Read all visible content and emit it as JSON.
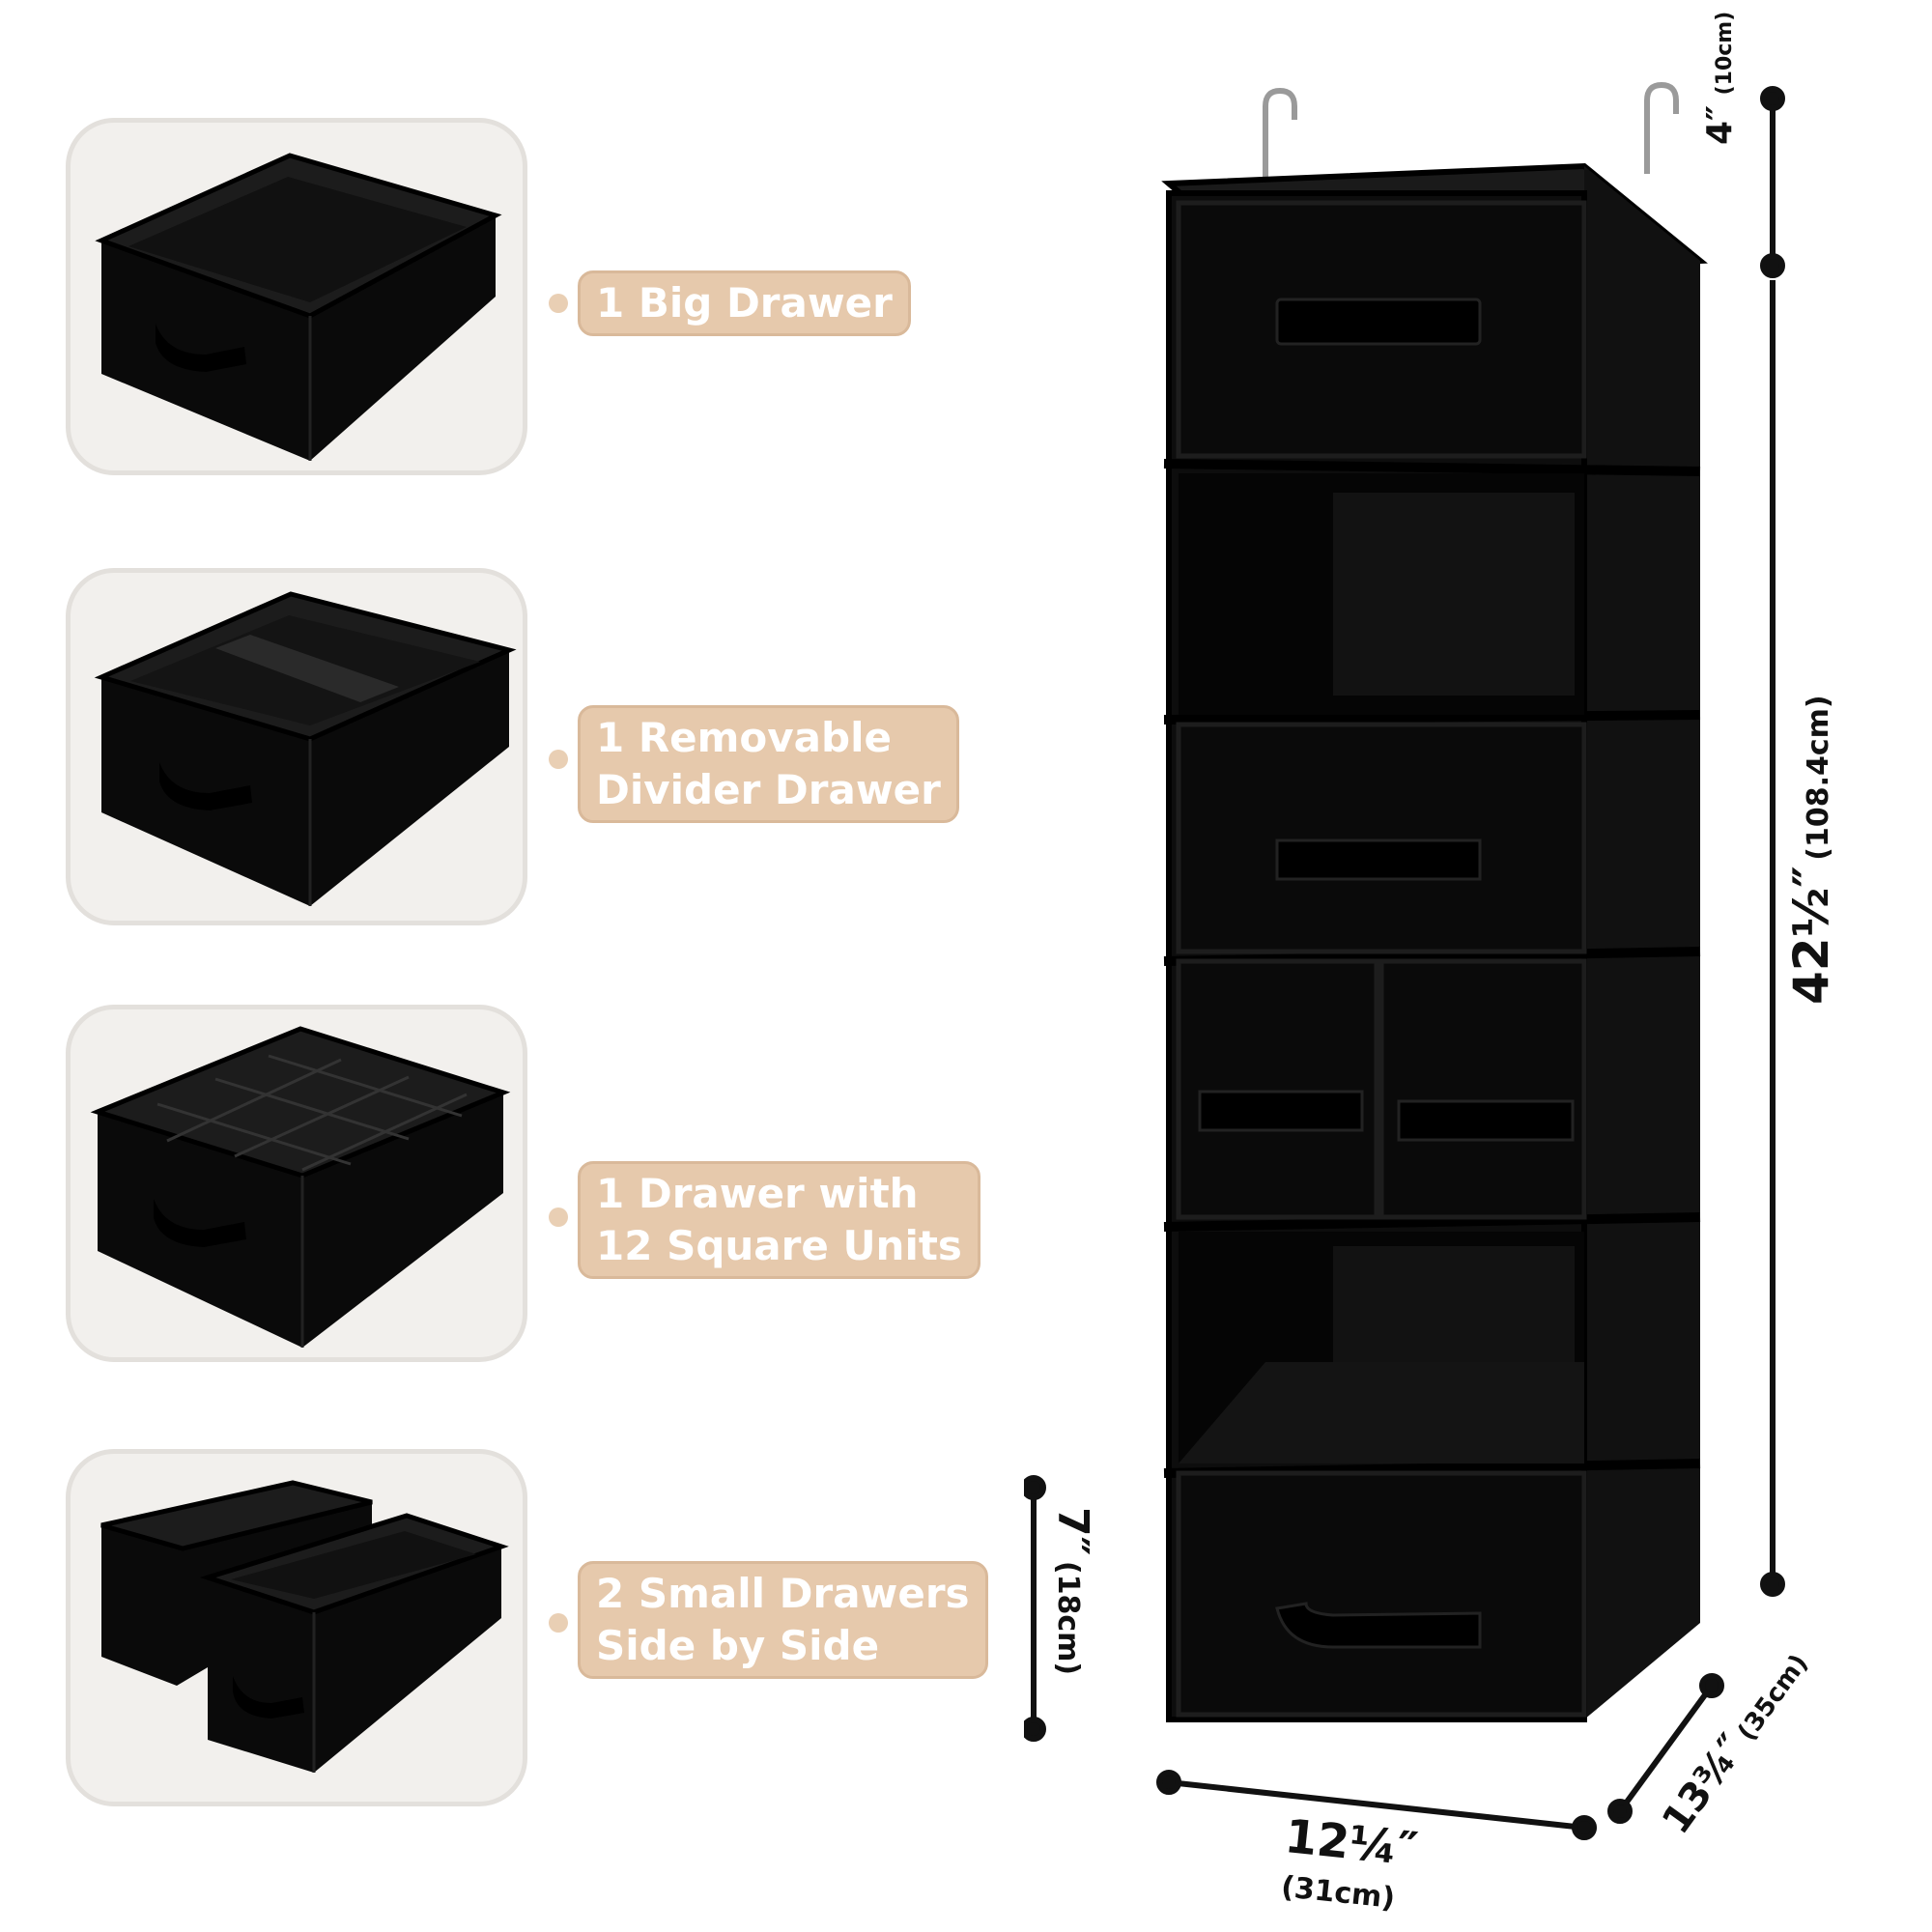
{
  "features": [
    {
      "line1": "1 Big Drawer",
      "line2": ""
    },
    {
      "line1": "1 Removable",
      "line2": "Divider Drawer"
    },
    {
      "line1": "1 Drawer with",
      "line2": "12 Square Units"
    },
    {
      "line1": "2 Small Drawers",
      "line2": "Side by Side"
    }
  ],
  "dimensions": {
    "hook_height": "4″",
    "hook_height_cm": "(10cm)",
    "total_height": "42½″",
    "total_height_cm": "(108.4cm)",
    "width": "12¼″",
    "width_cm": "(31cm)",
    "depth": "13¾″",
    "depth_cm": "(35cm)",
    "drawer_height": "7″",
    "drawer_height_cm": "(18cm)"
  },
  "colors": {
    "organizer": "#0d0d0d",
    "label_bg": "#e6c9ac",
    "card_bg": "#f2f0ed"
  }
}
